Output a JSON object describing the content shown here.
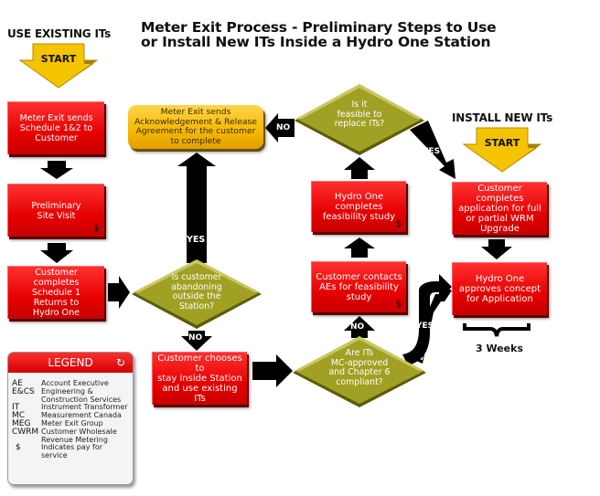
{
  "title": {
    "line1": "Meter Exit Process - Preliminary Steps to Use",
    "line2": "or Install New ITs Inside a Hydro One Station"
  },
  "headers": {
    "use_existing": "USE EXISTING ITs",
    "install_new": "INSTALL NEW ITs"
  },
  "start_label": "START",
  "colors": {
    "process_box": "#e60000",
    "decision": "#9a9a1e",
    "start_arrow": "#f5c400",
    "acknowledgement_box": "#f5b800",
    "flow_arrow": "#000000"
  },
  "nodes": {
    "send_schedule": {
      "lines": [
        "Meter Exit sends",
        "Schedule 1&2 to",
        "Customer"
      ]
    },
    "site_visit": {
      "lines": [
        "Preliminary",
        "Site Visit"
      ],
      "fee": "$"
    },
    "complete_schedule": {
      "lines": [
        "Customer completes",
        "Schedule 1",
        "Returns to",
        "Hydro One"
      ]
    },
    "ack_release": {
      "lines": [
        "Meter Exit sends",
        "Acknowledgement & Release",
        "Agreement for the customer",
        "to complete"
      ]
    },
    "abandoning": {
      "lines": [
        "Is customer",
        "abandoning",
        "outside the",
        "Station?"
      ]
    },
    "stay_inside": {
      "lines": [
        "Customer chooses to",
        "stay inside Station",
        "and use existing ITs"
      ]
    },
    "mc_approved": {
      "lines": [
        "Are ITs",
        "MC-approved",
        "and Chapter 6",
        "compliant?"
      ]
    },
    "contact_aes": {
      "lines": [
        "Customer contacts",
        "AEs for feasibility",
        "study"
      ],
      "fee": "$"
    },
    "feasibility_study": {
      "lines": [
        "Hydro One",
        "completes",
        "feasibility study"
      ],
      "fee": "$"
    },
    "feasible_replace": {
      "lines": [
        "Is it",
        "feasible to",
        "replace ITs?"
      ]
    },
    "complete_application": {
      "lines": [
        "Customer completes",
        "application for full",
        "or partial WRM",
        "Upgrade"
      ]
    },
    "approves_concept": {
      "lines": [
        "Hydro One",
        "approves concept",
        "for Application"
      ]
    }
  },
  "arrow_labels": {
    "yes": "YES",
    "no": "NO"
  },
  "duration": "3 Weeks",
  "legend": {
    "title": "LEGEND",
    "entries": [
      {
        "abbr": "AE",
        "def": [
          "Account Executive"
        ]
      },
      {
        "abbr": "E&CS",
        "def": [
          "Engineering &",
          "Construction Services"
        ]
      },
      {
        "abbr": "IT",
        "def": [
          "Instrument Transformer"
        ]
      },
      {
        "abbr": "MC",
        "def": [
          "Measurement Canada"
        ]
      },
      {
        "abbr": "MEG",
        "def": [
          "Meter Exit Group"
        ]
      },
      {
        "abbr": "CWRM",
        "def": [
          "Customer Wholesale",
          "Revenue Metering"
        ]
      },
      {
        "abbr": "$",
        "def": [
          "Indicates pay for",
          "service"
        ]
      }
    ]
  }
}
